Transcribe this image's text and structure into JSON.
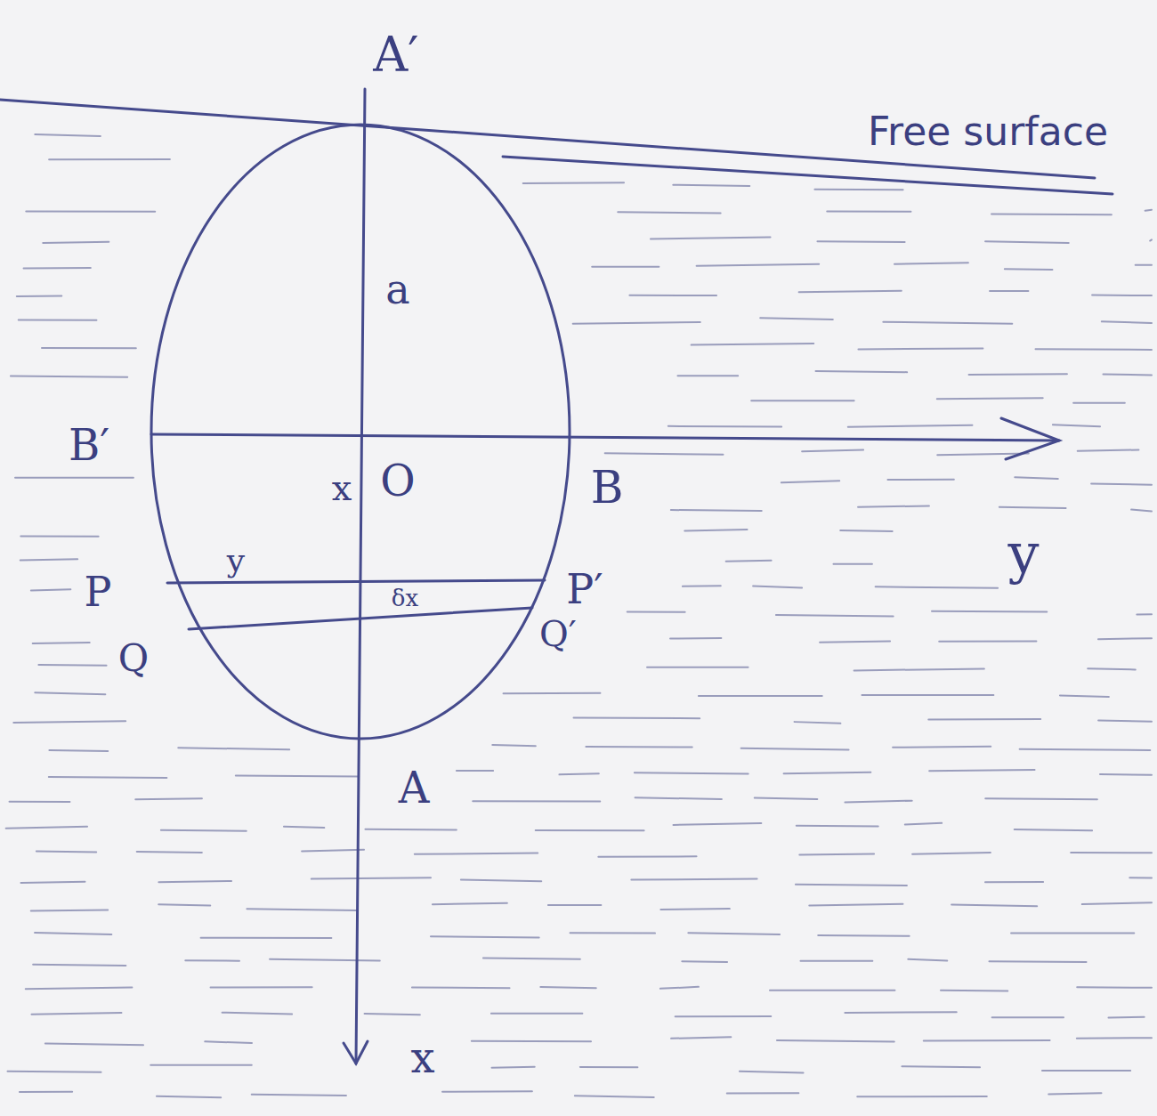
{
  "diagram": {
    "labels": [
      "A′",
      "Free surface",
      "a",
      "B′",
      "x",
      "O",
      "B",
      "y",
      "P",
      "y",
      "δx",
      "P′",
      "Q",
      "Q′",
      "A",
      "x"
    ]
  }
}
